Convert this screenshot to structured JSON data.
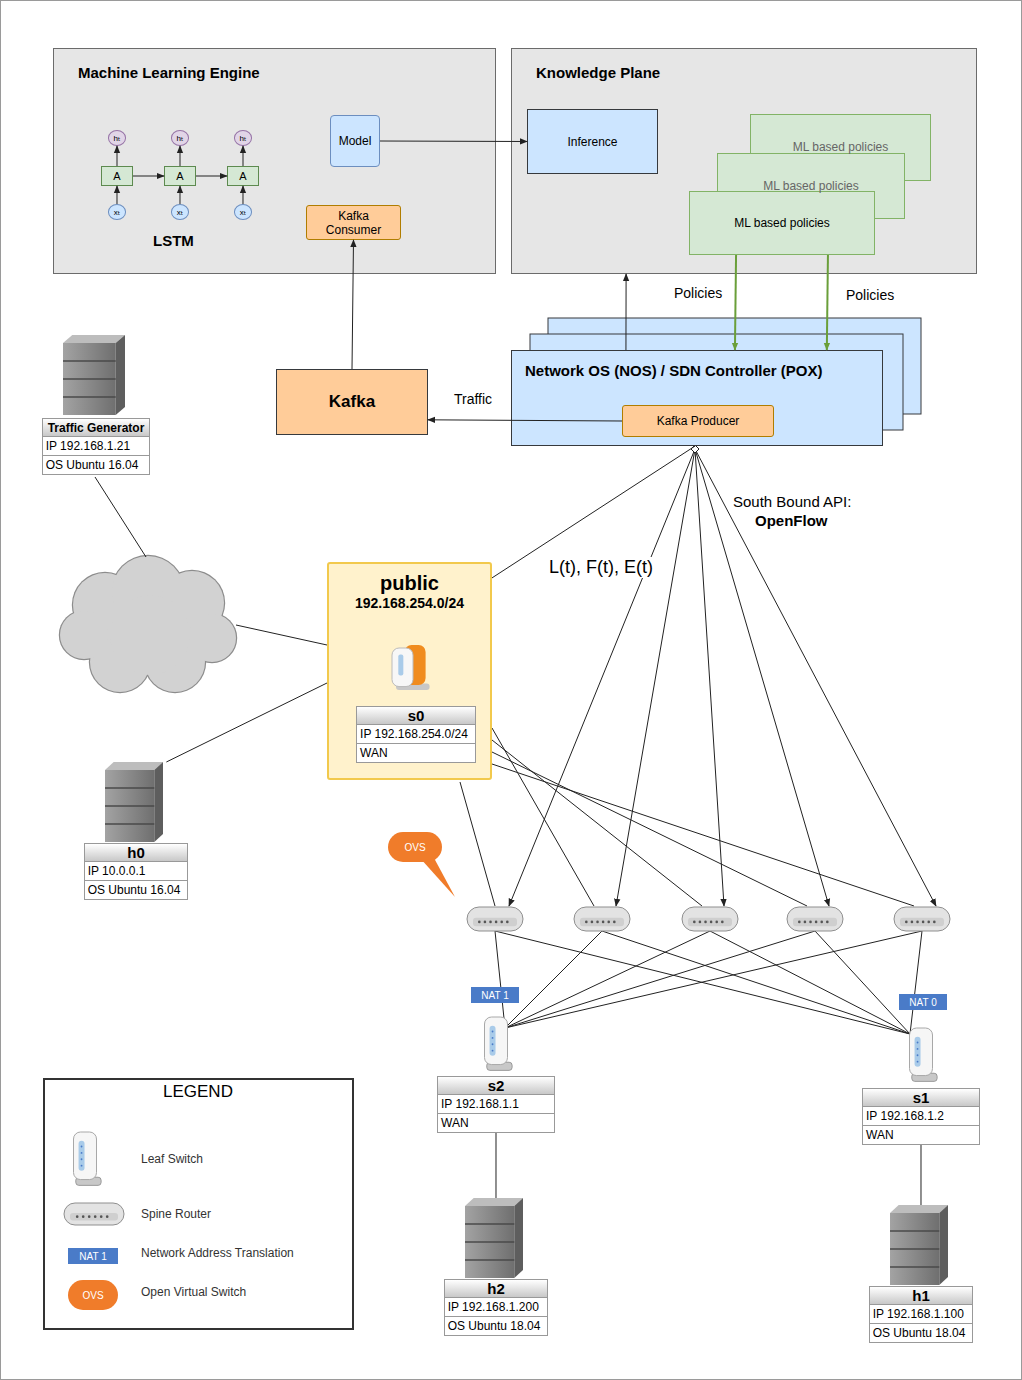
{
  "diagram": {
    "nodes": [
      {
        "text": [
          "Machine Learning Engine"
        ]
      },
      {
        "text": [
          "A"
        ],
        "in": 0
      },
      {
        "text": [
          "A"
        ],
        "in": 0
      },
      {
        "text": [
          "A"
        ],
        "in": 0
      },
      {
        "text": [
          "hₜ"
        ],
        "in": 0
      },
      {
        "text": [
          "hₜ"
        ],
        "in": 0
      },
      {
        "text": [
          "hₜ"
        ],
        "in": 0
      },
      {
        "text": [
          "xₜ"
        ],
        "in": 0
      },
      {
        "text": [
          "xₜ"
        ],
        "in": 0
      },
      {
        "text": [
          "xₜ"
        ],
        "in": 0
      },
      {
        "text": [
          "Model"
        ],
        "in": 0
      },
      {
        "text": [
          "Kafka Consumer"
        ],
        "in": 0
      },
      {
        "text": [
          "Knowledge Plane"
        ]
      },
      {
        "text": [
          "Inference"
        ],
        "in": 12
      },
      {
        "text": [
          "ML based policies"
        ],
        "in": 12
      },
      {
        "text": [
          "ML based policies"
        ],
        "in": 12
      },
      {
        "text": [
          "ML based policies"
        ],
        "in": 12
      },
      {
        "text": [
          "Traffic Generator",
          "IP 192.168.1.21",
          "OS Ubuntu 16.04"
        ]
      },
      {
        "text": [
          "Kafka"
        ]
      },
      {
        "text": [
          "Network OS (NOS) / SDN Controller (POX)"
        ]
      },
      {
        "text": [
          "Kafka Producer"
        ],
        "in": 19
      },
      {
        "text": [
          "public",
          "192.168.254.0/24"
        ]
      },
      {
        "text": [
          "s0",
          "IP 192.168.254.0/24",
          "WAN"
        ],
        "in": 21
      },
      {
        "text": [
          "h0",
          "IP 10.0.0.1",
          "OS Ubuntu 16.04"
        ]
      },
      {
        "text": [
          "OVS"
        ]
      },
      {
        "text": [
          "NAT 1"
        ]
      },
      {
        "text": [
          "NAT 0"
        ]
      },
      {
        "text": [
          "s2",
          "IP 192.168.1.1",
          "WAN"
        ]
      },
      {
        "text": [
          "s1",
          "IP 192.168.1.2",
          "WAN"
        ]
      },
      {
        "text": [
          "h2",
          "IP 192.168.1.200",
          "OS Ubuntu 18.04"
        ]
      },
      {
        "text": [
          "h1",
          "IP 192.168.1.100",
          "OS Ubuntu 18.04"
        ]
      }
    ],
    "edges": [
      {
        "from": 7,
        "to": 1,
        "arrow": "to"
      },
      {
        "from": 8,
        "to": 2,
        "arrow": "to"
      },
      {
        "from": 9,
        "to": 3,
        "arrow": "to"
      },
      {
        "from": 1,
        "to": 4,
        "arrow": "to"
      },
      {
        "from": 2,
        "to": 5,
        "arrow": "to"
      },
      {
        "from": 3,
        "to": 6,
        "arrow": "to"
      },
      {
        "from": 1,
        "to": 2,
        "arrow": "to"
      },
      {
        "from": 2,
        "to": 3,
        "arrow": "to"
      },
      {
        "from": 10,
        "to": 13,
        "arrow": "to"
      },
      {
        "from": 18,
        "to": 11,
        "arrow": "to"
      },
      {
        "from": 20,
        "to": 18,
        "label": "Traffic",
        "arrow": "to"
      },
      {
        "from": 19,
        "to": 12,
        "arrow": "to"
      },
      {
        "from": 16,
        "to": 19,
        "label": "Policies",
        "arrow": "to"
      },
      {
        "from": 16,
        "to": 19,
        "label": "Policies",
        "arrow": "to"
      },
      {
        "from": 19,
        "to": 21,
        "label": "L(t), F(t), E(t)",
        "arrow": "none"
      },
      {
        "from": 21,
        "to": 23,
        "arrow": "none"
      },
      {
        "from": 27,
        "to": 29,
        "arrow": "none"
      },
      {
        "from": 28,
        "to": 30,
        "arrow": "none"
      }
    ],
    "labels": [
      "LSTM",
      "South Bound API:",
      "OpenFlow",
      "LEGEND",
      "NAT 1",
      "OVS"
    ],
    "legend": [
      {
        "text": "Leaf Switch"
      },
      {
        "text": "Spine Router"
      },
      {
        "text": "Network Address Translation",
        "color": "#4a7bc8"
      },
      {
        "text": "Open Virtual Switch",
        "color": "#f07c2a"
      }
    ]
  }
}
